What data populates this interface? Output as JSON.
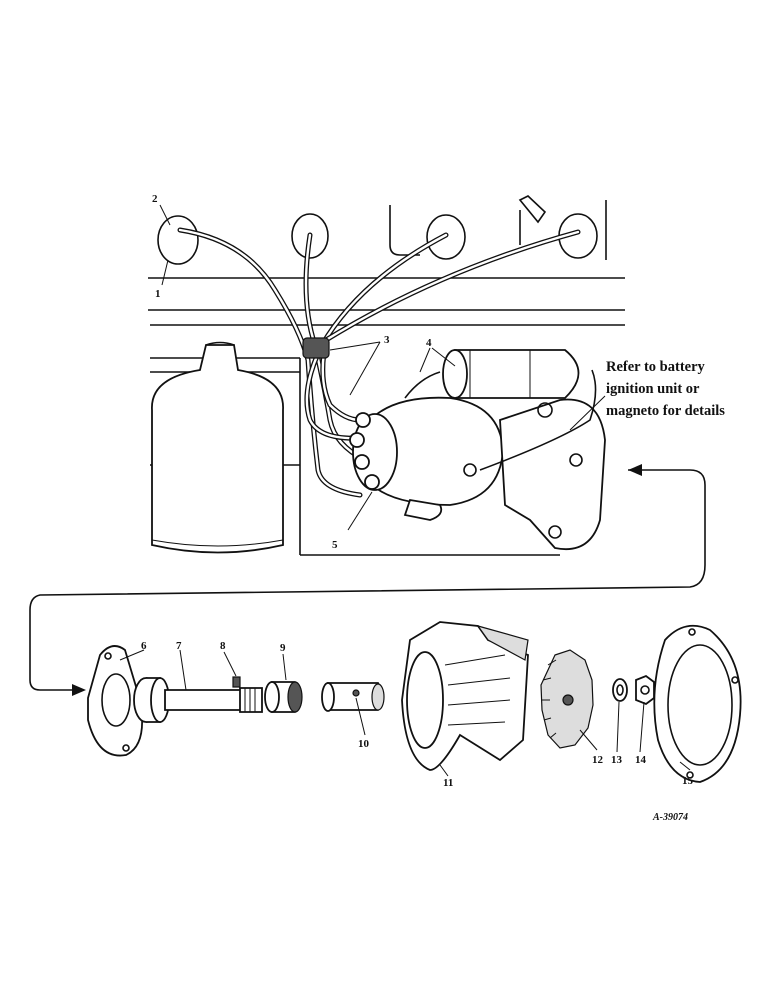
{
  "note": {
    "lines": [
      "Refer to battery",
      "ignition unit or",
      "magneto for details"
    ]
  },
  "drawing_number": "A-39074",
  "callouts": [
    "1",
    "2",
    "3",
    "4",
    "5",
    "6",
    "7",
    "8",
    "9",
    "10",
    "11",
    "12",
    "13",
    "14",
    "15"
  ]
}
